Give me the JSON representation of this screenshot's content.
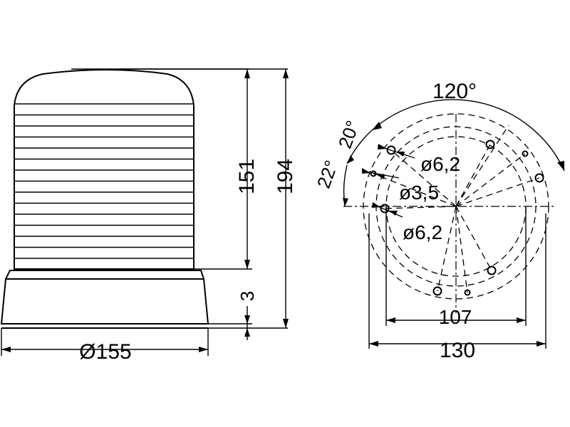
{
  "side_view": {
    "height_lens": "151",
    "height_total": "194",
    "base_step": "3",
    "diameter": "Ø155"
  },
  "top_view": {
    "angle_main": "120°",
    "angle_a": "20°",
    "angle_b": "22°",
    "hole_a": "ø6,2",
    "hole_b": "ø3,5",
    "hole_c": "ø6,2",
    "width_inner": "107",
    "width_outer": "130"
  }
}
